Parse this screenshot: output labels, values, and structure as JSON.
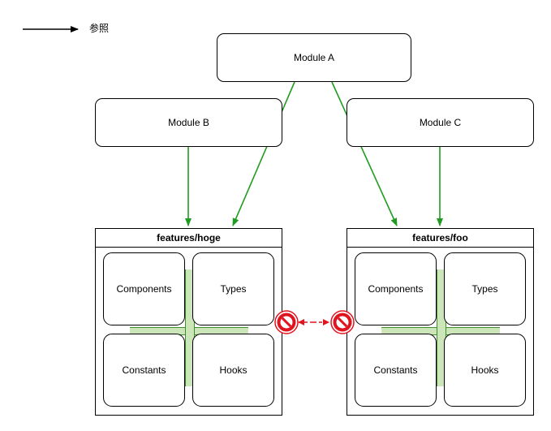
{
  "legend": {
    "label": "参照"
  },
  "modules": {
    "a": "Module A",
    "b": "Module B",
    "c": "Module C"
  },
  "features": [
    {
      "title": "features/hoge",
      "cells": [
        "Components",
        "Types",
        "Constants",
        "Hooks"
      ]
    },
    {
      "title": "features/foo",
      "cells": [
        "Components",
        "Types",
        "Constants",
        "Hooks"
      ]
    }
  ],
  "colors": {
    "reference_arrow": "#1f9c1f",
    "forbidden": "#e0141e",
    "plus_fill": "#cce5b9",
    "plus_stroke": "#3f8f2f"
  },
  "icons": {
    "forbidden": "prohibited-icon"
  }
}
